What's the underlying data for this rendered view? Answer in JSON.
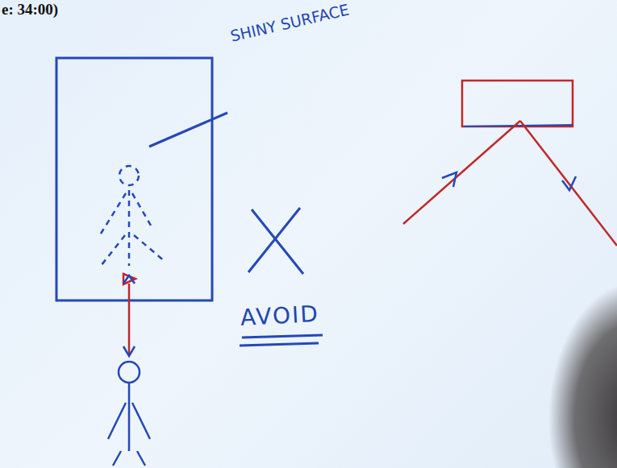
{
  "diagram": {
    "labels": [
      "e: 34:00)",
      "SHINY SURFACE",
      "AVOID"
    ]
  }
}
